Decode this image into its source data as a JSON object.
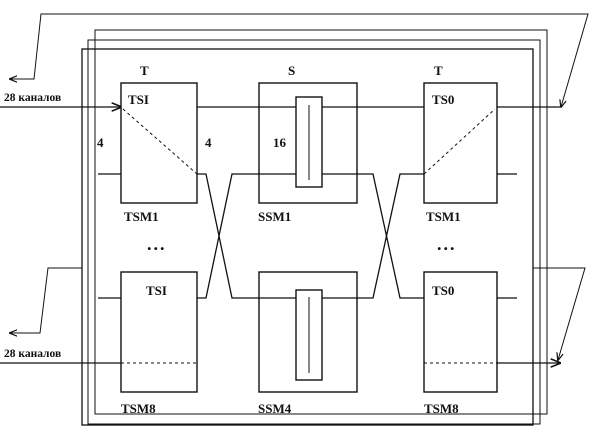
{
  "diagram": {
    "stage_labels": {
      "left": "T",
      "middle": "S",
      "right": "T"
    },
    "io_labels": {
      "top": "28 каналов",
      "bottom": "28 каналов"
    },
    "port_counts": {
      "tsm_in": "4",
      "tsm_out": "4",
      "ssm": "16"
    },
    "modules": {
      "tsi_top": "TSI",
      "tso_top": "TS0",
      "tsi_bottom": "TSI",
      "tso_bottom": "TS0"
    },
    "module_names": {
      "left_top": "TSM1",
      "mid_top": "SSM1",
      "right_top": "TSM1",
      "left_bottom": "TSM8",
      "mid_bottom": "SSM4",
      "right_bottom": "TSM8"
    },
    "ellipsis": {
      "left": "...",
      "right": "..."
    }
  }
}
